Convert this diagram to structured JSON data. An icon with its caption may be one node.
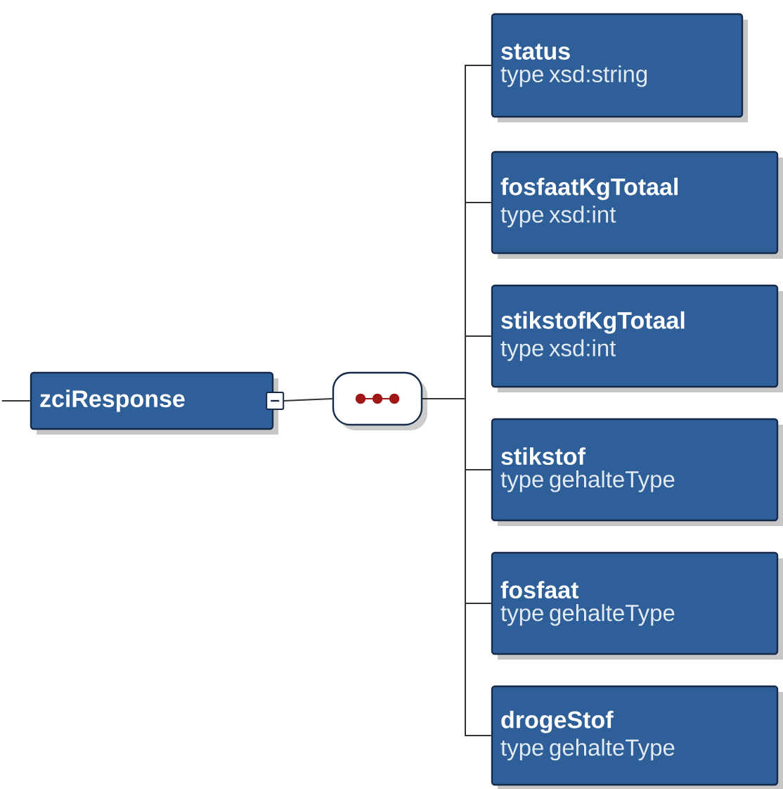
{
  "diagram": {
    "nodes": [
      {
        "text": [
          "zciResponse"
        ]
      },
      {
        "text": [],
        "shape": "box"
      },
      {
        "text": [
          "status",
          "type xsd:string"
        ]
      },
      {
        "text": [
          "fosfaatKgTotaal",
          "type xsd:int"
        ]
      },
      {
        "text": [
          "stikstofKgTotaal",
          "type xsd:int"
        ]
      },
      {
        "text": [
          "stikstof",
          "type gehalteType"
        ]
      },
      {
        "text": [
          "fosfaat",
          "type gehalteType"
        ]
      },
      {
        "text": [
          "drogeStof",
          "type gehalteType"
        ]
      }
    ],
    "edges": [
      {
        "from": null,
        "to": 0,
        "arrow": "none"
      },
      {
        "from": 0,
        "to": 1,
        "arrow": "none"
      },
      {
        "from": 1,
        "to": 2,
        "arrow": "none"
      },
      {
        "from": 1,
        "to": 3,
        "arrow": "none"
      },
      {
        "from": 1,
        "to": 4,
        "arrow": "none"
      },
      {
        "from": 1,
        "to": 5,
        "arrow": "none"
      },
      {
        "from": 1,
        "to": 6,
        "arrow": "none"
      },
      {
        "from": 1,
        "to": 7,
        "arrow": "none"
      }
    ]
  }
}
